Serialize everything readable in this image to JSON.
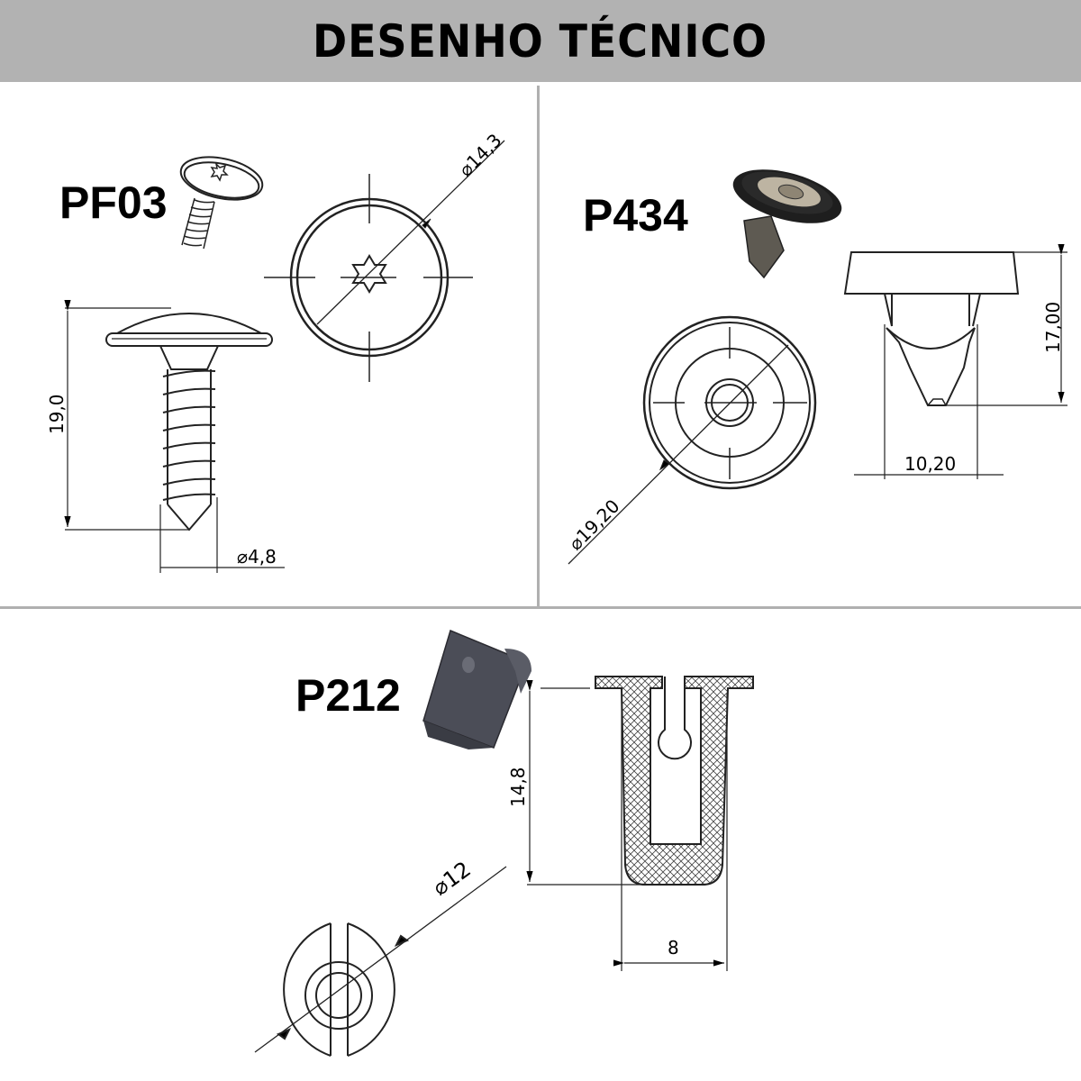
{
  "header": {
    "title": "DESENHO TÉCNICO",
    "background": "#b2b2b2"
  },
  "parts": [
    {
      "code": "PF03",
      "type": "screw",
      "dimensions": {
        "diameter_head": "⌀14,3",
        "length": "19,0",
        "diameter_thread": "⌀4,8"
      }
    },
    {
      "code": "P434",
      "type": "push clip",
      "dimensions": {
        "diameter_head": "⌀19,20",
        "height": "17,00",
        "width": "10,20"
      }
    },
    {
      "code": "P212",
      "type": "nut clip",
      "dimensions": {
        "diameter": "⌀12",
        "height": "14,8",
        "width": "8"
      }
    }
  ]
}
